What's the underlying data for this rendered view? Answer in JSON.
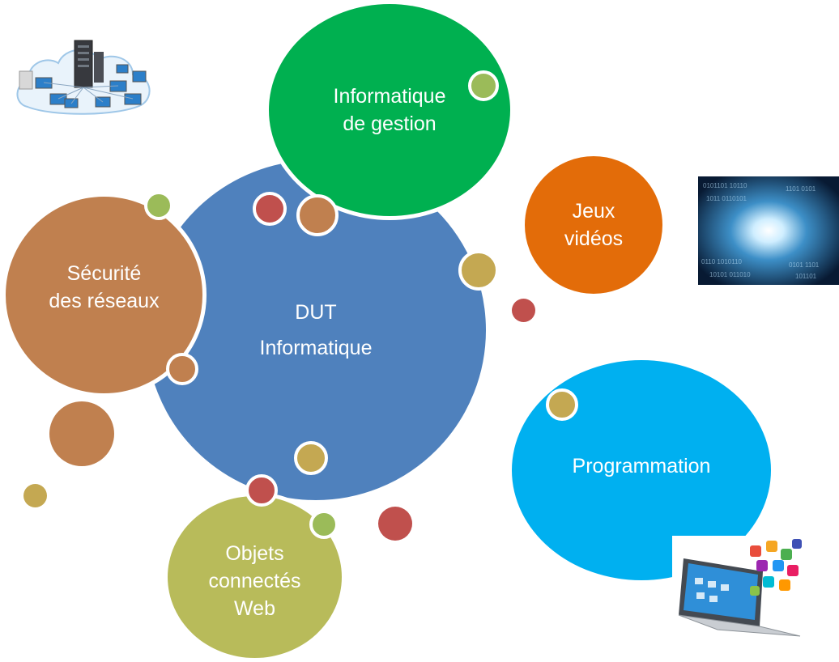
{
  "center": {
    "line1": "DUT",
    "line2": "Informatique"
  },
  "topics": {
    "informatique_gestion": {
      "line1": "Informatique",
      "line2": "de gestion"
    },
    "jeux_videos": {
      "line1": "Jeux",
      "line2": "vidéos"
    },
    "securite_reseaux": {
      "line1": "Sécurité",
      "line2": "des réseaux"
    },
    "programmation": {
      "line1": "Programmation"
    },
    "objets_connectes": {
      "line1": "Objets",
      "line2": "connectés",
      "line3": "Web"
    }
  },
  "colors": {
    "center": "#4f81bd",
    "green": "#00b050",
    "orange": "#e36c09",
    "brown": "#c0804f",
    "cyan": "#00b0f0",
    "olive": "#b8bb5a",
    "red": "#c0504d",
    "lightgreen": "#9bbb59",
    "khaki": "#c4a852"
  },
  "images": {
    "network": "network-illustration",
    "data_tunnel": "binary-data-tunnel-image",
    "laptop_apps": "laptop-with-app-icons-image"
  }
}
